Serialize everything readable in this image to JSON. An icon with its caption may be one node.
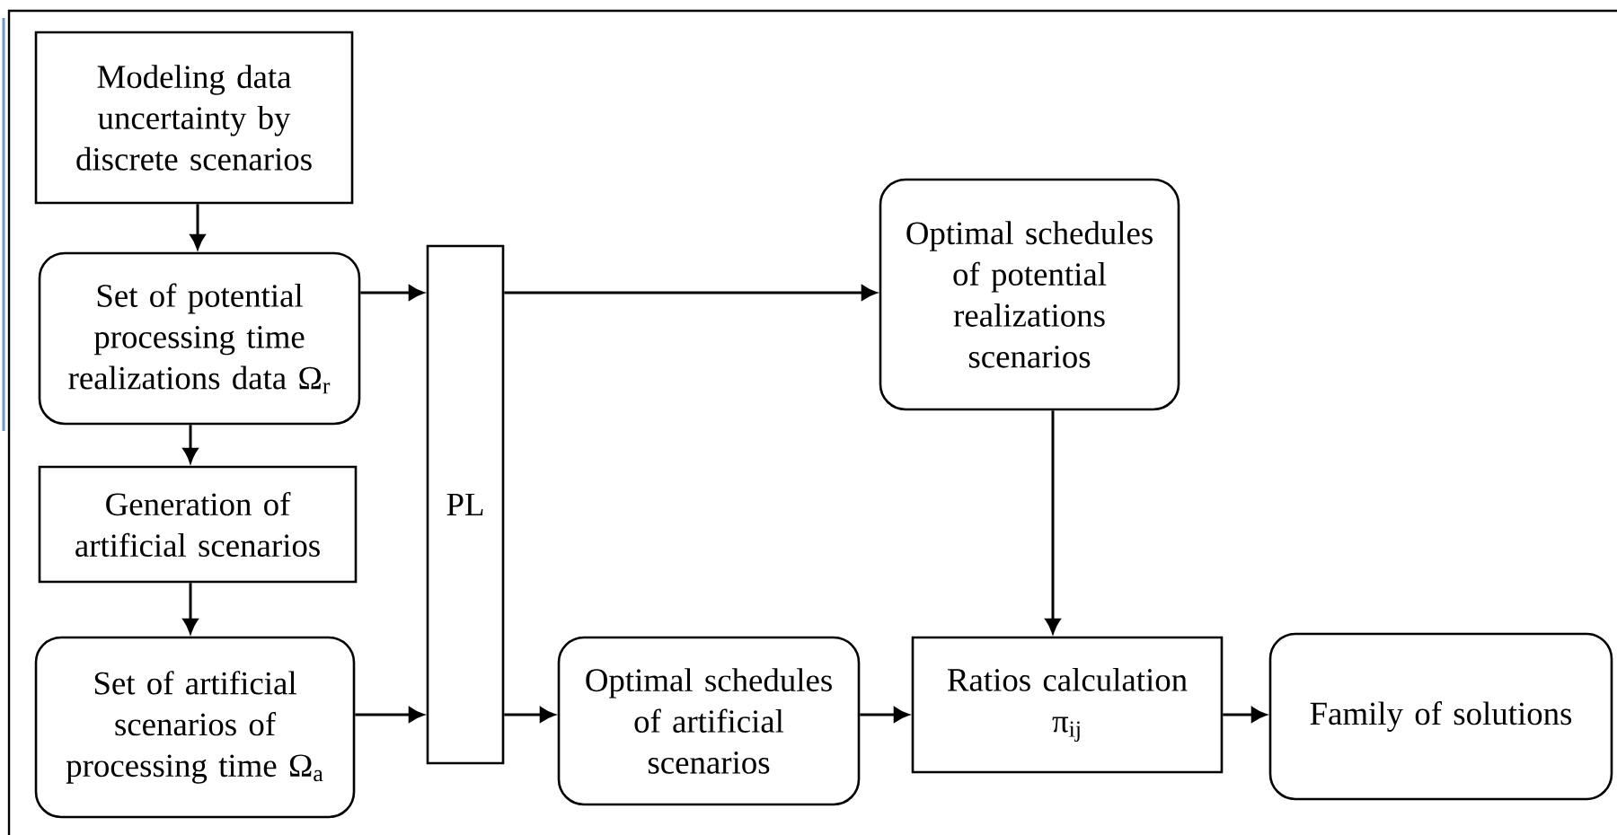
{
  "diagram": {
    "nodes": [
      {
        "text": [
          "Modeling data uncertainty by discrete scenarios"
        ]
      },
      {
        "text": [
          "Set of potential processing time realizations data Ω$_{r}$"
        ]
      },
      {
        "text": [
          "Generation of artificial scenarios"
        ]
      },
      {
        "text": [
          "Set of artificial scenarios of processing time Ω$_{a}$"
        ]
      },
      {
        "text": [
          "PL"
        ]
      },
      {
        "text": [
          "Optimal schedules of potential realizations scenarios"
        ]
      },
      {
        "text": [
          "Optimal schedules of artificial scenarios"
        ]
      },
      {
        "text": [
          "Ratios calculation",
          "π$_{ij}$"
        ]
      },
      {
        "text": [
          "Family of solutions"
        ]
      }
    ],
    "edges": [
      {
        "from": 0,
        "to": 1,
        "arrow": "to"
      },
      {
        "from": 1,
        "to": 4,
        "arrow": "to"
      },
      {
        "from": 1,
        "to": 2,
        "arrow": "to"
      },
      {
        "from": 2,
        "to": 3,
        "arrow": "to"
      },
      {
        "from": 3,
        "to": 4,
        "arrow": "to"
      },
      {
        "from": 4,
        "to": 5,
        "arrow": "to"
      },
      {
        "from": 4,
        "to": 6,
        "arrow": "to"
      },
      {
        "from": 5,
        "to": 7,
        "arrow": "to"
      },
      {
        "from": 6,
        "to": 7,
        "arrow": "to"
      },
      {
        "from": 7,
        "to": 8,
        "arrow": "to"
      }
    ]
  }
}
